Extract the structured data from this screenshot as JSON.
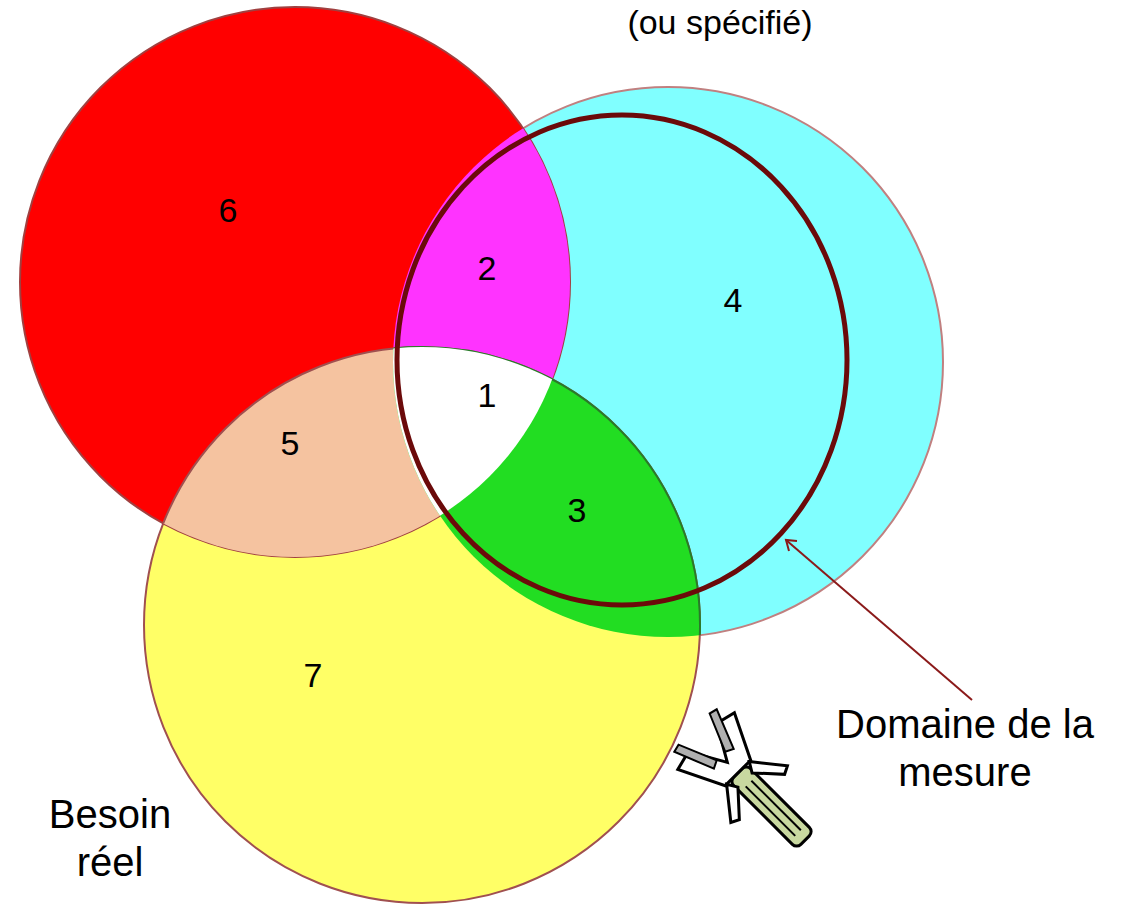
{
  "diagram": {
    "labels": [
      "(ou spécifié)",
      "6",
      "2",
      "4",
      "1",
      "5",
      "3",
      "7",
      "Besoin réel",
      "Domaine de la mesure"
    ]
  }
}
